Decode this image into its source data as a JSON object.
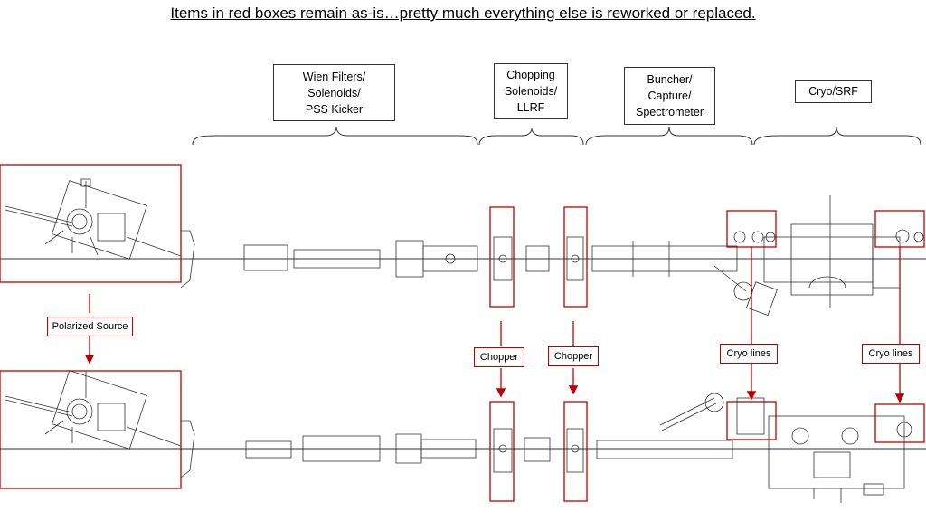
{
  "title": "Items in red boxes remain as-is…pretty much everything else is reworked or replaced.",
  "groups": [
    {
      "label": "Wien Filters/\nSolenoids/\nPSS Kicker"
    },
    {
      "label": "Chopping\nSolenoids/\nLLRF"
    },
    {
      "label": "Buncher/\nCapture/\nSpectrometer"
    },
    {
      "label": "Cryo/SRF"
    }
  ],
  "notes": {
    "source": "Polarized Source",
    "chopper_1": "Chopper",
    "chopper_2": "Chopper",
    "cryo_1": "Cryo lines",
    "cryo_2": "Cryo lines"
  },
  "colors": {
    "highlight": "#c00000",
    "line": "#333333"
  }
}
